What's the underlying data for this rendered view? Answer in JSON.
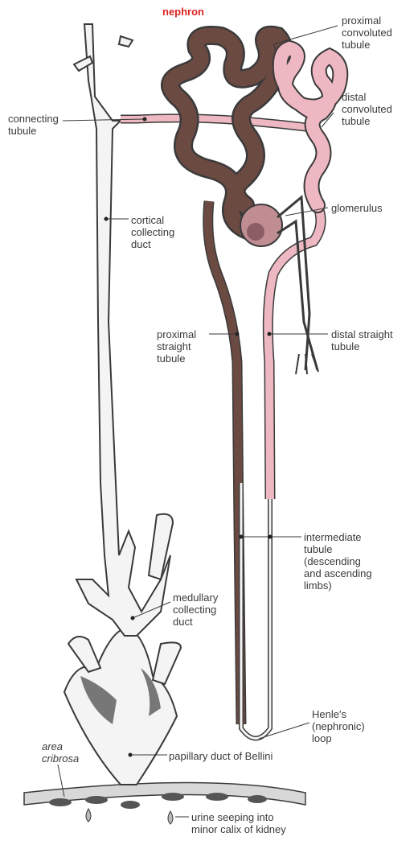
{
  "title": "nephron",
  "labels": {
    "proximal_convoluted": [
      "proximal",
      "convoluted",
      "tubule"
    ],
    "distal_convoluted": [
      "distal",
      "convoluted",
      "tubule"
    ],
    "connecting_tubule": [
      "connecting",
      "tubule"
    ],
    "glomerulus": [
      "glomerulus"
    ],
    "cortical_collecting_duct": [
      "cortical",
      "collecting",
      "duct"
    ],
    "proximal_straight": [
      "proximal",
      "straight",
      "tubule"
    ],
    "distal_straight": [
      "distal straight",
      "tubule"
    ],
    "intermediate_tubule": [
      "intermediate",
      "tubule",
      "(descending",
      "and ascending",
      "limbs)"
    ],
    "medullary_collecting_duct": [
      "medullary",
      "collecting",
      "duct"
    ],
    "henles_loop": [
      "Henle's",
      "(nephronic)",
      "loop"
    ],
    "area_cribrosa": [
      "area",
      "cribrosa"
    ],
    "papillary_duct": [
      "papillary duct of Bellini"
    ],
    "urine_seeping": [
      "urine seeping into",
      "minor calix of kidney"
    ]
  },
  "colors": {
    "proximal": "#6b4a42",
    "distal": "#eeb8c2",
    "duct_fill": "#f4f4f4",
    "outline": "#3a3a3a",
    "title": "#d8231f"
  }
}
